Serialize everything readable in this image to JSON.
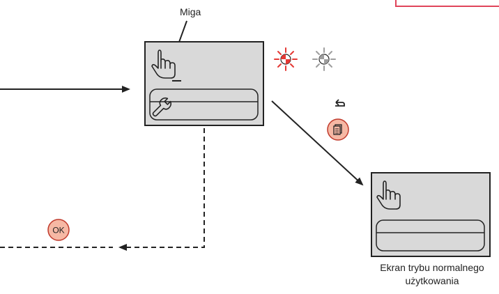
{
  "labels": {
    "blink": "Miga",
    "normal_screen_line1": "Ekran trybu normalnego",
    "normal_screen_line2": "użytkowania",
    "ok_button": "OK"
  },
  "icons": {
    "screen1_top": "hand-pointer-icon",
    "screen1_bottom": "wrench-icon",
    "screen2_top": "hand-pointer-icon",
    "led_blinking": "blinking-red-led-icon",
    "led_off": "blinking-grey-led-icon",
    "back_action": "return-arrow-icon",
    "menu_button": "document-menu-button",
    "ok_button": "ok-button"
  },
  "colors": {
    "screen_fill": "#d9d9d9",
    "button_fill": "#f6b8a4",
    "button_stroke": "#c0392b",
    "led_red": "#e53935",
    "led_grey": "#9e9e9e",
    "corner_frame": "#e0445a",
    "line": "#222222"
  }
}
